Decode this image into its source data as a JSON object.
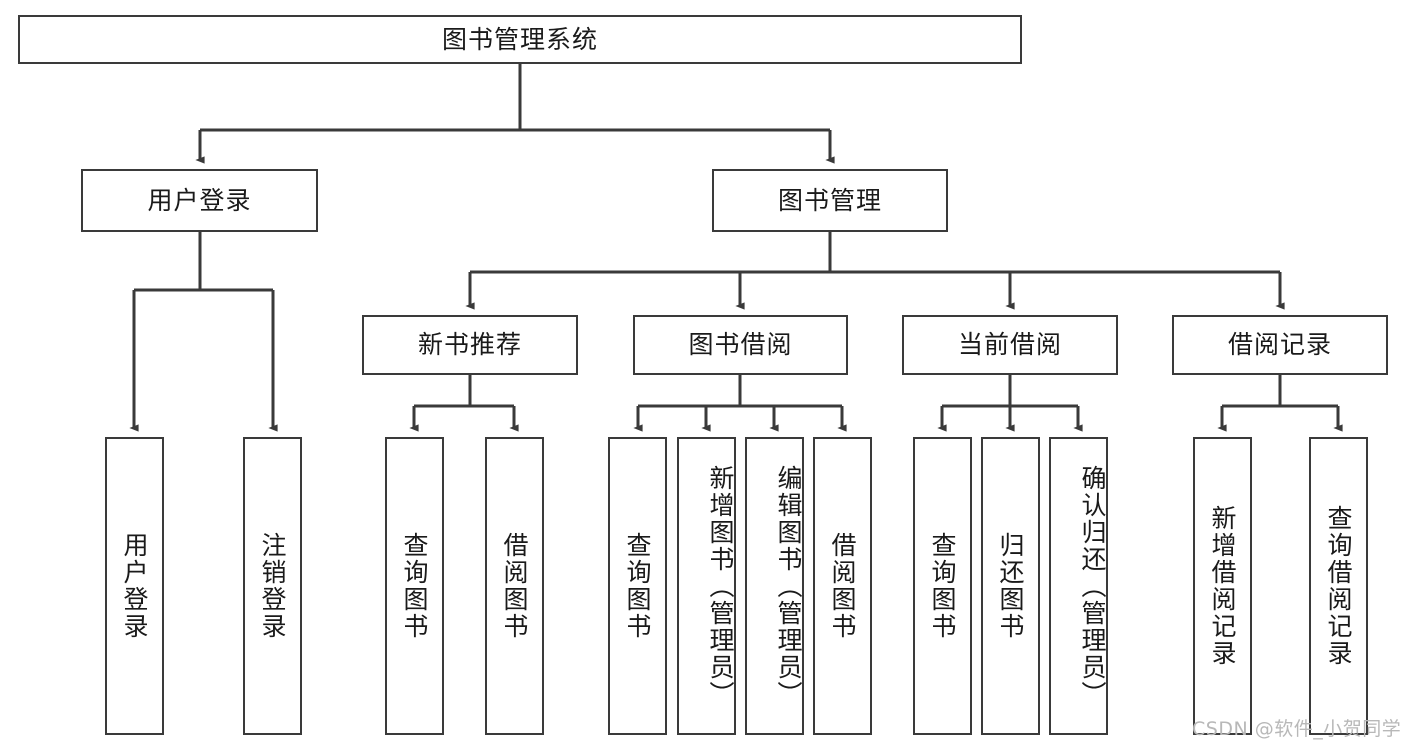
{
  "diagram": {
    "title": "图书管理系统",
    "watermark": "CSDN @软件_小贺同学",
    "colors": {
      "stroke": "#3a3a3a",
      "fill": "#ffffff",
      "text": "#1a1a1a",
      "watermark": "#b8b8b8"
    },
    "nodes": {
      "root": "图书管理系统",
      "user_login": "用户登录",
      "book_manage": "图书管理",
      "new_book_rec": "新书推荐",
      "book_borrow": "图书借阅",
      "current_borrow": "当前借阅",
      "borrow_record": "借阅记录",
      "leaf_user_login": "用户登录",
      "leaf_logout": "注销登录",
      "leaf_query_book_1": "查询图书",
      "leaf_borrow_book_1": "借阅图书",
      "leaf_query_book_2": "查询图书",
      "leaf_add_book_admin": "新增图书（管理员）",
      "leaf_edit_book_admin": "编辑图书（管理员）",
      "leaf_borrow_book_2": "借阅图书",
      "leaf_query_book_3": "查询图书",
      "leaf_return_book": "归还图书",
      "leaf_confirm_return_admin": "确认归还（管理员）",
      "leaf_add_record": "新增借阅记录",
      "leaf_query_record": "查询借阅记录"
    }
  }
}
